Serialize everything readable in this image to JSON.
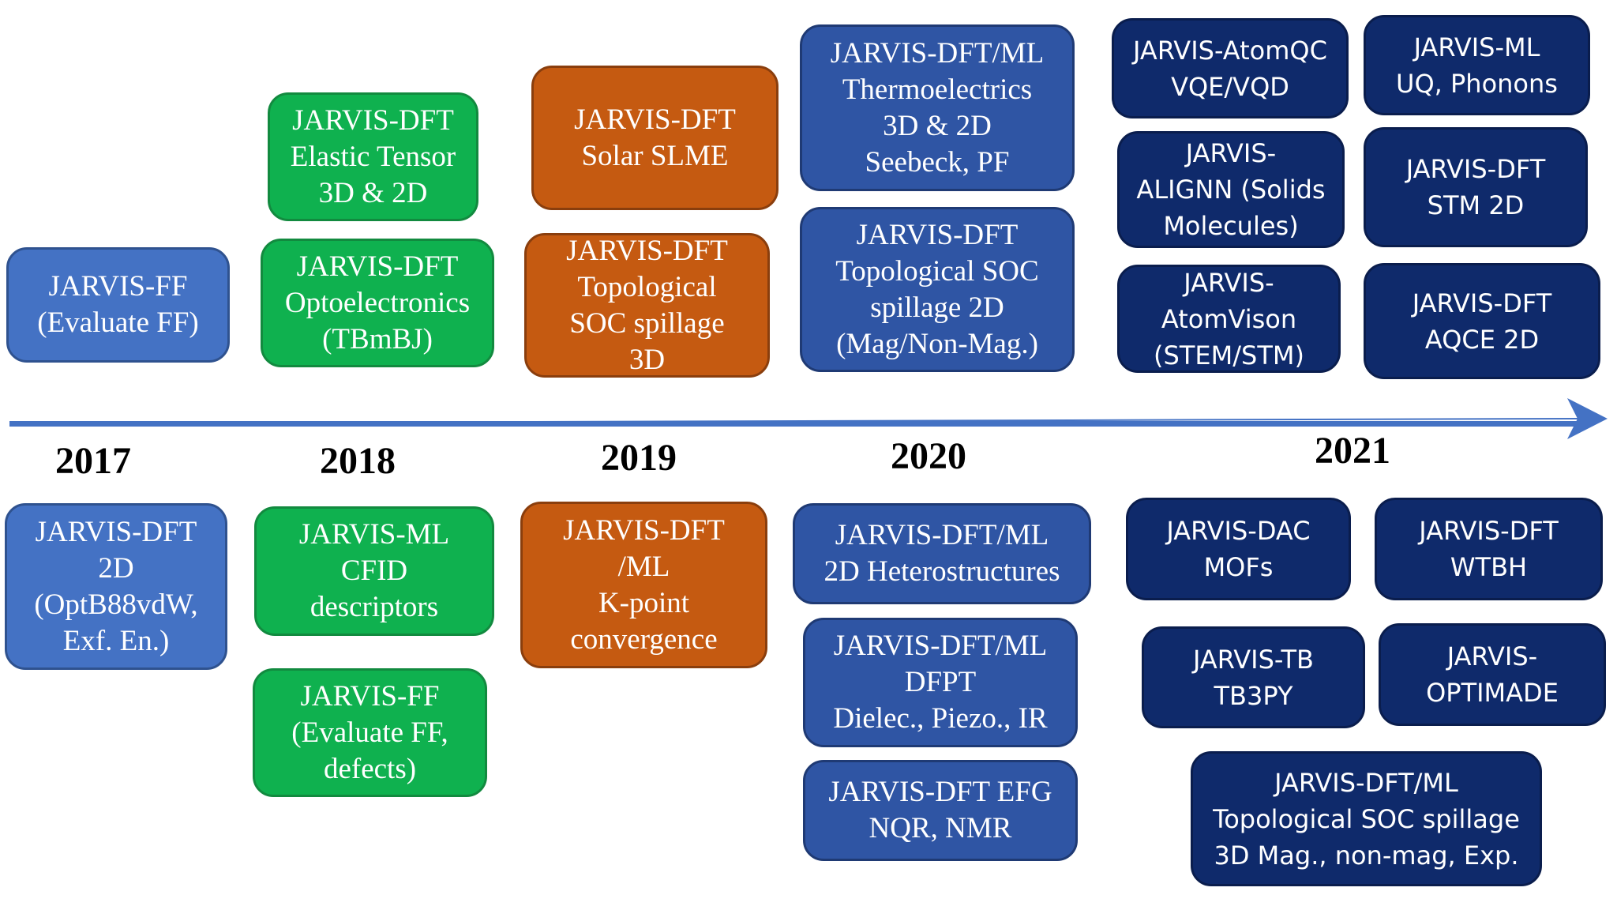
{
  "years": [
    "2017",
    "2018",
    "2019",
    "2020",
    "2021"
  ],
  "colors": {
    "arrow": "#4472c4",
    "blue": "#4472c4",
    "green": "#0fb14f",
    "orange": "#c55a11",
    "steel": "#2f55a4",
    "navy": "#0f2a6b"
  },
  "boxes": {
    "ff_evaluate_2017": [
      "JARVIS-FF",
      "(Evaluate FF)"
    ],
    "dft_2d_2017": [
      "JARVIS-DFT",
      "2D",
      "(OptB88vdW,",
      "Exf. En.)"
    ],
    "dft_elastic": [
      "JARVIS-DFT",
      "Elastic Tensor",
      "3D & 2D"
    ],
    "dft_opto": [
      "JARVIS-DFT",
      "Optoelectronics",
      "(TBmBJ)"
    ],
    "ml_cfid": [
      "JARVIS-ML",
      "CFID",
      "descriptors"
    ],
    "ff_defects": [
      "JARVIS-FF",
      "(Evaluate FF,",
      "defects)"
    ],
    "dft_solar": [
      "JARVIS-DFT",
      "Solar SLME"
    ],
    "dft_topo_3d": [
      "JARVIS-DFT",
      "Topological",
      "SOC spillage",
      "3D"
    ],
    "dft_kpoint": [
      "JARVIS-DFT",
      "/ML",
      "K-point",
      "convergence"
    ],
    "dftml_thermo": [
      "JARVIS-DFT/ML",
      "Thermoelectrics",
      "3D & 2D",
      "Seebeck, PF"
    ],
    "dft_topo_2d": [
      "JARVIS-DFT",
      "Topological SOC",
      "spillage 2D",
      "(Mag/Non-Mag.)"
    ],
    "dftml_hetero": [
      "JARVIS-DFT/ML",
      "2D Heterostructures"
    ],
    "dftml_dfpt": [
      "JARVIS-DFT/ML",
      "DFPT",
      "Dielec., Piezo., IR"
    ],
    "dft_efg": [
      "JARVIS-DFT EFG",
      "NQR, NMR"
    ],
    "atomqc": [
      "JARVIS-AtomQC",
      "VQE/VQD"
    ],
    "ml_uq": [
      "JARVIS-ML",
      "UQ, Phonons"
    ],
    "alignn": [
      "JARVIS-",
      "ALIGNN (Solids",
      "Molecules)"
    ],
    "dft_stm": [
      "JARVIS-DFT",
      "STM 2D"
    ],
    "atomvison": [
      "JARVIS-",
      "AtomVison",
      "(STEM/STM)"
    ],
    "dft_aqce": [
      "JARVIS-DFT",
      "AQCE 2D"
    ],
    "dac_mofs": [
      "JARVIS-DAC",
      "MOFs"
    ],
    "dft_wtbh": [
      "JARVIS-DFT",
      "WTBH"
    ],
    "tb3py": [
      "JARVIS-TB",
      "TB3PY"
    ],
    "optimade": [
      "JARVIS-",
      "OPTIMADE"
    ],
    "dftml_topo_exp": [
      "JARVIS-DFT/ML",
      "Topological SOC spillage",
      "3D Mag., non-mag, Exp."
    ]
  }
}
